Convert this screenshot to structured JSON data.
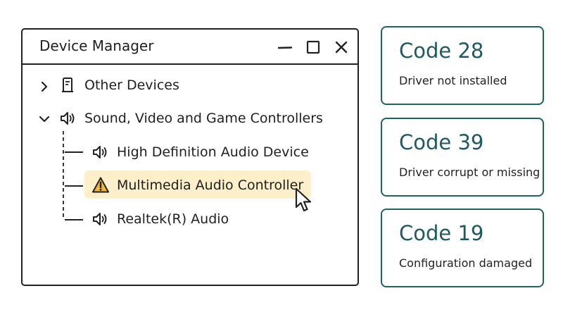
{
  "window": {
    "title": "Device Manager",
    "controls": [
      "minimize-icon",
      "maximize-icon",
      "close-icon"
    ]
  },
  "tree": {
    "other_devices": {
      "label": "Other Devices",
      "icon": "device-icon",
      "expanded": false
    },
    "sound_category": {
      "label": "Sound, Video and Game Controllers",
      "icon": "speaker-icon",
      "expanded": true
    },
    "children": [
      {
        "label": "High Definition Audio Device",
        "icon": "speaker-icon",
        "status": "ok"
      },
      {
        "label": "Multimedia Audio Controller",
        "icon": "warning-icon",
        "status": "warning",
        "selected": true
      },
      {
        "label": "Realtek(R) Audio",
        "icon": "speaker-icon",
        "status": "ok"
      }
    ]
  },
  "error_codes": [
    {
      "code": "Code 28",
      "description": "Driver not installed"
    },
    {
      "code": "Code 39",
      "description": "Driver corrupt or missing"
    },
    {
      "code": "Code 19",
      "description": "Configuration damaged"
    }
  ],
  "colors": {
    "accent_teal": "#1e6269",
    "highlight": "#fcefc9",
    "warning": "#f2b63c"
  }
}
